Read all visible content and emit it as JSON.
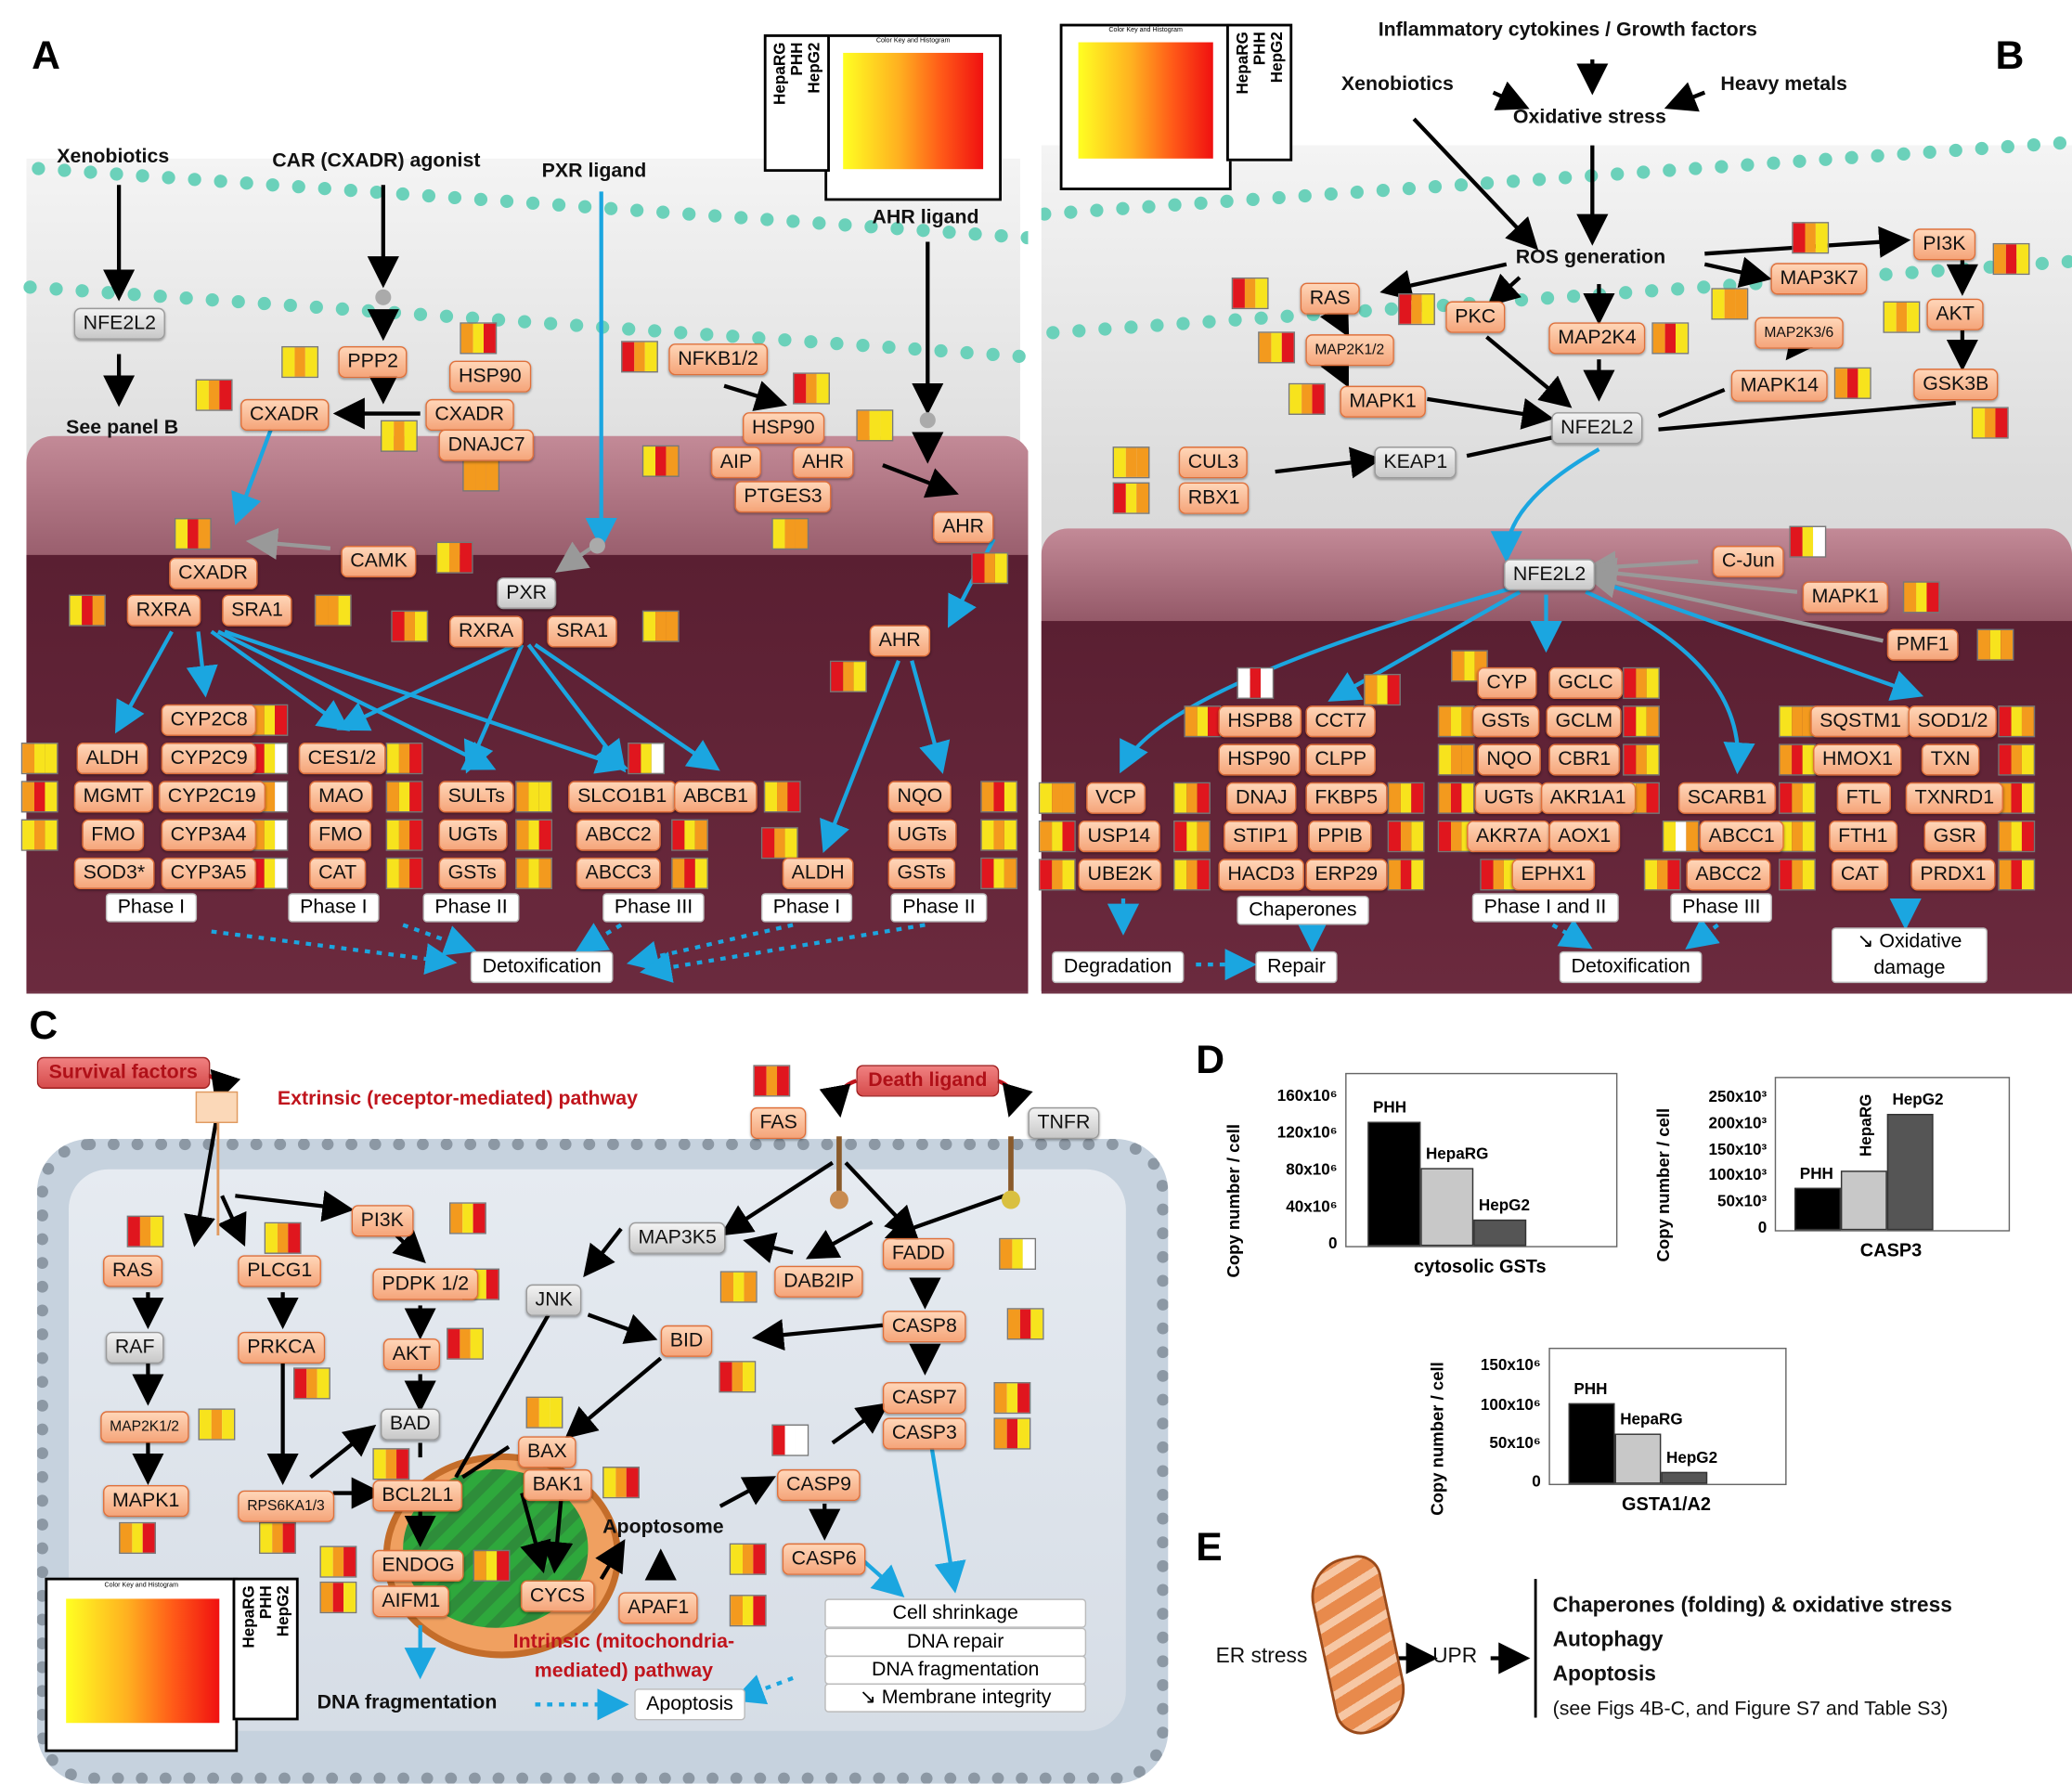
{
  "panels": {
    "a": "A",
    "b": "B",
    "c": "C",
    "d": "D",
    "e": "E"
  },
  "colors": {
    "red": "#e0161e",
    "orange": "#f39a1e",
    "yellow": "#f7e31d",
    "white": "#ffffff"
  },
  "panel_a": {
    "xenobiotics": "Xenobiotics",
    "car_agonist": "CAR (CXADR) agonist",
    "pxr_ligand": "PXR ligand",
    "ahr_ligand": "AHR ligand",
    "nfe2l2": "NFE2L2",
    "see_panel_b": "See panel B",
    "ppp2": "PPP2",
    "hsp90": "HSP90",
    "cxadr_left": "CXADR",
    "cxadr_right": "CXADR",
    "dnajc7": "DNAJC7",
    "nfkb": "NFKB1/2",
    "hsp90b": "HSP90",
    "aip": "AIP",
    "ahr1": "AHR",
    "ptges3": "PTGES3",
    "ahr2": "AHR",
    "cxadr_n": "CXADR",
    "camk": "CAMK",
    "rxra1": "RXRA",
    "sra1_1": "SRA1",
    "pxr": "PXR",
    "rxra2": "RXRA",
    "sra1_2": "SRA1",
    "ahr3": "AHR",
    "cyp2c8": "CYP2C8",
    "aldh1": "ALDH",
    "cyp2c9": "CYP2C9",
    "mgmt": "MGMT",
    "cyp2c19": "CYP2C19",
    "fmo1": "FMO",
    "cyp3a4": "CYP3A4",
    "sod3": "SOD3*",
    "cyp3a5": "CYP3A5",
    "ces": "CES1/2",
    "mao": "MAO",
    "fmo2": "FMO",
    "cat": "CAT",
    "sults": "SULTs",
    "ugts": "UGTs",
    "gsts": "GSTs",
    "slco1b1": "SLCO1B1",
    "abcb1": "ABCB1",
    "abcc2": "ABCC2",
    "abcc3": "ABCC3",
    "aldh2": "ALDH",
    "nqo": "NQO",
    "ugts2": "UGTs",
    "gsts2": "GSTs",
    "phase1a": "Phase I",
    "phase1b": "Phase I",
    "phase2a": "Phase II",
    "phase3": "Phase III",
    "phase1c": "Phase I",
    "phase2b": "Phase II",
    "detox": "Detoxification"
  },
  "panel_b": {
    "inflam": "Inflammatory cytokines / Growth factors",
    "xeno": "Xenobiotics",
    "heavy": "Heavy metals",
    "oxstress": "Oxidative stress",
    "ros": "ROS generation",
    "ras": "RAS",
    "pkc": "PKC",
    "map2k4": "MAP2K4",
    "map3k7": "MAP3K7",
    "map2k36": "MAP2K3/6",
    "pi3k": "PI3K",
    "akt": "AKT",
    "gsk3b": "GSK3B",
    "map2k12": "MAP2K1/2",
    "mapk1": "MAPK1",
    "mapk14": "MAPK14",
    "nfe2l2_c": "NFE2L2",
    "cul3": "CUL3",
    "rbx1": "RBX1",
    "keap1": "KEAP1",
    "nfe2l2_n": "NFE2L2",
    "cjun": "C-Jun",
    "mapk1b": "MAPK1",
    "pmf1": "PMF1",
    "hspb8": "HSPB8",
    "cct7": "CCT7",
    "hsp90": "HSP90",
    "clpp": "CLPP",
    "dnaj": "DNAJ",
    "fkbp5": "FKBP5",
    "stip1": "STIP1",
    "ppib": "PPIB",
    "hacd3": "HACD3",
    "erp29": "ERP29",
    "cyp": "CYP",
    "gclc": "GCLC",
    "gsts": "GSTs",
    "gclm": "GCLM",
    "nqo": "NQO",
    "cbr1": "CBR1",
    "ugts": "UGTs",
    "akr1a1": "AKR1A1",
    "akr7a": "AKR7A",
    "aox1": "AOX1",
    "ephx1": "EPHX1",
    "scarb1": "SCARB1",
    "abcc1": "ABCC1",
    "abcc2": "ABCC2",
    "sqstm1": "SQSTM1",
    "sod12": "SOD1/2",
    "hmox1": "HMOX1",
    "txn": "TXN",
    "ftl": "FTL",
    "txnrd1": "TXNRD1",
    "fth1": "FTH1",
    "gsr": "GSR",
    "cat": "CAT",
    "prdx1": "PRDX1",
    "vcp": "VCP",
    "usp14": "USP14",
    "ube2k": "UBE2K",
    "chaperones": "Chaperones",
    "phase12": "Phase I and II",
    "phase3": "Phase III",
    "degradation": "Degradation",
    "repair": "Repair",
    "detox": "Detoxification",
    "oxdamage": "↘ Oxidative damage"
  },
  "panel_c": {
    "survival": "Survival factors",
    "extrinsic": "Extrinsic (receptor-mediated) pathway",
    "death": "Death ligand",
    "fas": "FAS",
    "tnfr": "TNFR",
    "pi3k": "PI3K",
    "ras": "RAS",
    "plcg1": "PLCG1",
    "pdpk": "PDPK 1/2",
    "raf": "RAF",
    "prkca": "PRKCA",
    "akt": "AKT",
    "map2k": "MAP2K1/2",
    "bad": "BAD",
    "mapk1": "MAPK1",
    "rps6": "RPS6KA1/3",
    "map3k5": "MAP3K5",
    "jnk": "JNK",
    "dab2ip": "DAB2IP",
    "fadd": "FADD",
    "casp8": "CASP8",
    "bid": "BID",
    "casp7": "CASP7",
    "casp3": "CASP3",
    "bax": "BAX",
    "bak1": "BAK1",
    "bcl2l1": "BCL2L1",
    "casp9": "CASP9",
    "apoptosome": "Apoptosome",
    "casp6": "CASP6",
    "endog": "ENDOG",
    "aifm1": "AIFM1",
    "cycs": "CYCS",
    "apaf1": "APAF1",
    "intrinsic": "Intrinsic (mitochondria-mediated) pathway",
    "dnafrag": "DNA fragmentation",
    "apoptosis": "Apoptosis",
    "cell_shrink": "Cell shrinkage",
    "dna_repair": "DNA repair",
    "dna_frag2": "DNA fragmentation",
    "membrane": "↘ Membrane integrity"
  },
  "color_key": {
    "title": "Color Key and Histogram",
    "labels": [
      "HepaRG",
      "PHH",
      "HepG2"
    ]
  },
  "chart_data": [
    {
      "type": "bar",
      "title": "",
      "xlabel": "cytosolic GSTs",
      "ylabel": "Copy number / cell",
      "categories": [
        "PHH",
        "HepaRG",
        "HepG2"
      ],
      "values": [
        135,
        85,
        28
      ],
      "ylim": [
        0,
        160
      ],
      "yticks": [
        "0",
        "40x10⁶",
        "80x10⁶",
        "120x10⁶",
        "160x10⁶"
      ],
      "colors": [
        "#000000",
        "#c8c8c8",
        "#555555"
      ]
    },
    {
      "type": "bar",
      "title": "",
      "xlabel": "CASP3",
      "ylabel": "Copy number / cell",
      "categories": [
        "PHH",
        "HepaRG",
        "HepG2"
      ],
      "values": [
        80,
        115,
        222
      ],
      "ylim": [
        0,
        250
      ],
      "yticks": [
        "0",
        "50x10³",
        "100x10³",
        "150x10³",
        "200x10³",
        "250x10³"
      ],
      "colors": [
        "#000000",
        "#c8c8c8",
        "#555555"
      ]
    },
    {
      "type": "bar",
      "title": "",
      "xlabel": "GSTA1/A2",
      "ylabel": "Copy number / cell",
      "categories": [
        "PHH",
        "HepaRG",
        "HepG2"
      ],
      "values": [
        105,
        65,
        15
      ],
      "ylim": [
        0,
        150
      ],
      "yticks": [
        "0",
        "50x10⁶",
        "100x10⁶",
        "150x10⁶"
      ],
      "colors": [
        "#000000",
        "#c8c8c8",
        "#555555"
      ]
    }
  ],
  "panel_e": {
    "er_stress": "ER stress",
    "upr": "UPR",
    "out1": "Chaperones (folding) & oxidative stress",
    "out2": "Autophagy",
    "out3": "Apoptosis",
    "note": "(see Figs 4B-C, and Figure S7 and Table S3)"
  }
}
